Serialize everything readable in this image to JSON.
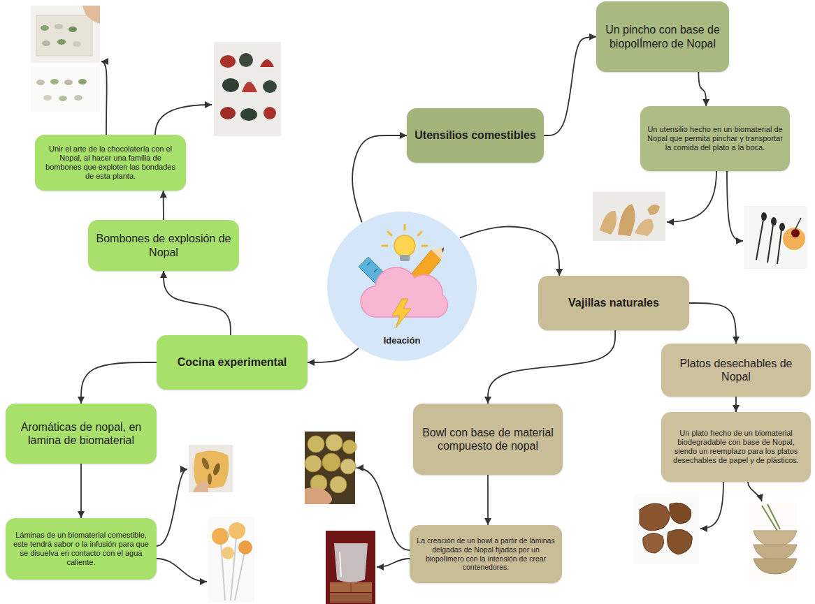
{
  "diagram": {
    "nodes": [
      {
        "text": [
          "Ideación"
        ]
      },
      {
        "text": [
          "Utensilios comestibles"
        ]
      },
      {
        "text": [
          "Un pincho con base de biopolÍmero de Nopal"
        ]
      },
      {
        "text": [
          "Un utensilio hecho en un biomaterial de Nopal que permita pinchar y transportar la comida del plato a la boca."
        ]
      },
      {
        "text": [
          "Vajillas naturales"
        ]
      },
      {
        "text": [
          "Platos desechables de Nopal"
        ]
      },
      {
        "text": [
          "Un plato hecho de un biomaterial biodegradable con base de Nopal, siendo un reemplazo para los platos desechables de papel y de plásticos."
        ]
      },
      {
        "text": [
          "Bowl con base de material compuesto de nopal"
        ]
      },
      {
        "text": [
          "La creación de un bowl a partir de láminas delgadas de Nopal fijadas por un biopolímero con la intensión de crear contenedores."
        ]
      },
      {
        "text": [
          "Cocina experimental"
        ]
      },
      {
        "text": [
          "Bombones de explosión de Nopal"
        ]
      },
      {
        "text": [
          "Unir el arte de la chocolatería con el Nopal, al hacer una familia de bombones que exploten las bondades de esta planta."
        ]
      },
      {
        "text": [
          "Aromáticas de nopal, en lamina de biomaterial"
        ]
      },
      {
        "text": [
          "Láminas de un biomaterial comestible, este tendrá sabor o la infusión para que se disuelva en contacto con el agua caliente."
        ]
      }
    ],
    "edges": [
      {
        "from": 0,
        "to": 1,
        "arrow": "to"
      },
      {
        "from": 1,
        "to": 2,
        "arrow": "to"
      },
      {
        "from": 2,
        "to": 3,
        "arrow": "to"
      },
      {
        "from": 0,
        "to": 4,
        "arrow": "to"
      },
      {
        "from": 4,
        "to": 5,
        "arrow": "to"
      },
      {
        "from": 5,
        "to": 6,
        "arrow": "to"
      },
      {
        "from": 4,
        "to": 7,
        "arrow": "to"
      },
      {
        "from": 7,
        "to": 8,
        "arrow": "to"
      },
      {
        "from": 0,
        "to": 9,
        "arrow": "to"
      },
      {
        "from": 9,
        "to": 10,
        "arrow": "to"
      },
      {
        "from": 10,
        "to": 11,
        "arrow": "to"
      },
      {
        "from": 9,
        "to": 12,
        "arrow": "to"
      },
      {
        "from": 12,
        "to": 13,
        "arrow": "to"
      }
    ]
  }
}
